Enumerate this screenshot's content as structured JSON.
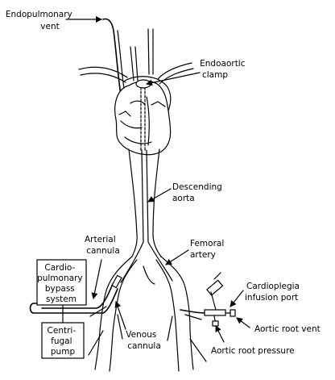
{
  "labels": {
    "endopulmonary_vent": [
      "Endopulmonary",
      "vent"
    ],
    "endoaortic_clamp": [
      "Endoaortic",
      "clamp"
    ],
    "descending_aorta": [
      "Descending",
      "aorta"
    ],
    "femoral_artery": [
      "Femoral",
      "artery"
    ],
    "arterial_cannula": [
      "Arterial",
      "cannula"
    ],
    "cardiopulmonary_bypass": [
      "Cardio-",
      "pulmonary",
      "bypass",
      "system"
    ],
    "centrifugal_pump": [
      "Centri-",
      "fugal",
      "pump"
    ],
    "venous_cannula": [
      "Venous",
      "cannula"
    ],
    "cardioplegia_port": [
      "Cardioplegia",
      "infusion port"
    ],
    "aortic_root_vent": [
      "Aortic root vent"
    ],
    "aortic_root_pressure": [
      "Aortic root pressure"
    ]
  },
  "colors": {
    "ink": "#000000",
    "background": "#ffffff"
  }
}
